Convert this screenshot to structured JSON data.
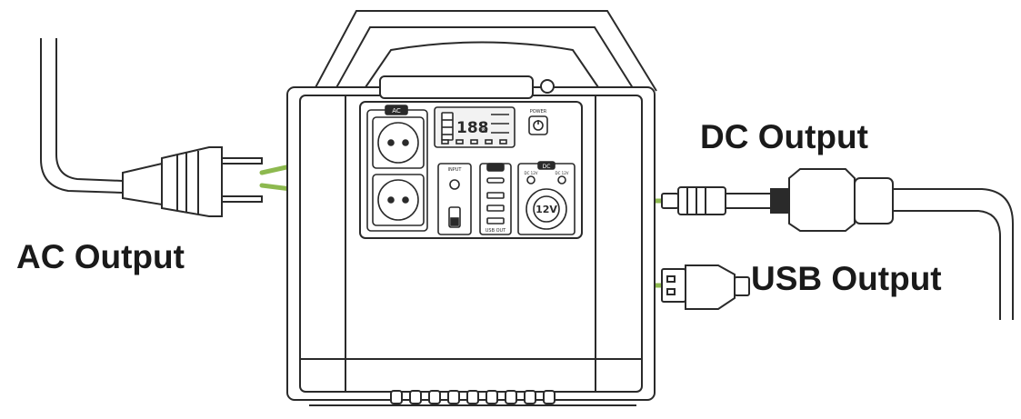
{
  "labels": {
    "ac": "AC Output",
    "dc": "DC Output",
    "usb": "USB Output"
  },
  "panel": {
    "ac_badge": "AC",
    "input_label": "INPUT",
    "dc_badge": "DC",
    "dc_left": "DC 12V",
    "dc_right": "DC 12V",
    "usb_bottom": "USB OUT",
    "socket_12v": "12V",
    "power_label": "POWER",
    "lcd_big": "188",
    "lcd_pct": "%"
  },
  "colors": {
    "connector": "#8db94f",
    "line": "#2a2a2a",
    "screen": "#e8e8e8"
  }
}
